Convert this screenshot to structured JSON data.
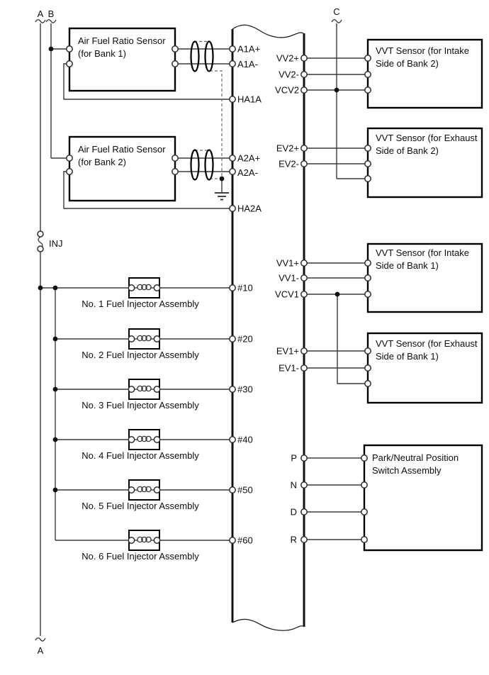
{
  "connectors": {
    "top_left_a": "A",
    "top_left_b": "B",
    "top_right_c": "C",
    "bottom_a": "A",
    "inj_fuse": "INJ"
  },
  "boxes": {
    "afr1": [
      "Air Fuel Ratio Sensor",
      "(for Bank 1)"
    ],
    "afr2": [
      "Air Fuel Ratio Sensor",
      "(for Bank 2)"
    ],
    "vvt_intake_b2": [
      "VVT Sensor (for Intake",
      "Side of Bank 2)"
    ],
    "vvt_exhaust_b2": [
      "VVT Sensor (for Exhaust",
      "Side of Bank 2)"
    ],
    "vvt_intake_b1": [
      "VVT Sensor (for Intake",
      "Side of Bank 1)"
    ],
    "vvt_exhaust_b1": [
      "VVT Sensor (for Exhaust",
      "Side of Bank 1)"
    ],
    "pnp": [
      "Park/Neutral Position",
      "Switch Assembly"
    ]
  },
  "injectors": [
    "No. 1 Fuel Injector Assembly",
    "No. 2 Fuel Injector Assembly",
    "No. 3 Fuel Injector Assembly",
    "No. 4 Fuel Injector Assembly",
    "No. 5 Fuel Injector Assembly",
    "No. 6 Fuel Injector Assembly"
  ],
  "ecm_pins": {
    "left": [
      "A1A+",
      "A1A-",
      "HA1A",
      "A2A+",
      "A2A-",
      "HA2A",
      "#10",
      "#20",
      "#30",
      "#40",
      "#50",
      "#60"
    ],
    "right": [
      "VV2+",
      "VV2-",
      "VCV2",
      "EV2+",
      "EV2-",
      "VV1+",
      "VV1-",
      "VCV1",
      "EV1+",
      "EV1-",
      "P",
      "N",
      "D",
      "R"
    ]
  },
  "colors": {
    "background": "#ffffff",
    "wire": "#3a3a3a",
    "outline": "#000000"
  }
}
